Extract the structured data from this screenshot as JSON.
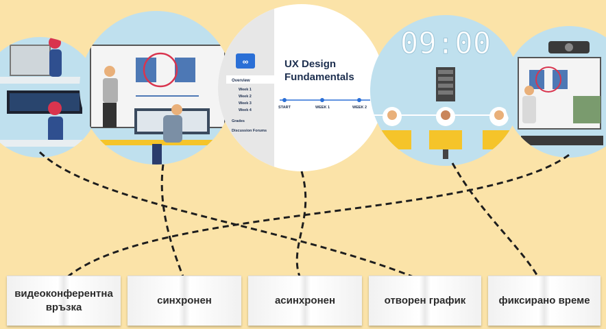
{
  "illustrations": {
    "course_title_line1": "UX Design",
    "course_title_line2": "Fundamentals",
    "menu_items": [
      "Overview",
      "Week 1",
      "Week 2",
      "Week 3",
      "Week 4",
      "Grades",
      "Discussion Forums"
    ],
    "timeline_labels": [
      "START",
      "WEEK 1",
      "WEEK 2"
    ],
    "clock_time": "09:00"
  },
  "labels": [
    {
      "line1": "видеоконферентна",
      "line2": "връзка"
    },
    {
      "line1": "синхронен",
      "line2": ""
    },
    {
      "line1": "асинхронен",
      "line2": ""
    },
    {
      "line1": "отворен график",
      "line2": ""
    },
    {
      "line1": "фиксирано време",
      "line2": ""
    }
  ],
  "colors": {
    "background": "#fbe3a8",
    "sky": "#bfe0ee",
    "accent_red": "#d9344e",
    "accent_yellow": "#f5c42a",
    "dash_line": "#1e1e1e"
  }
}
